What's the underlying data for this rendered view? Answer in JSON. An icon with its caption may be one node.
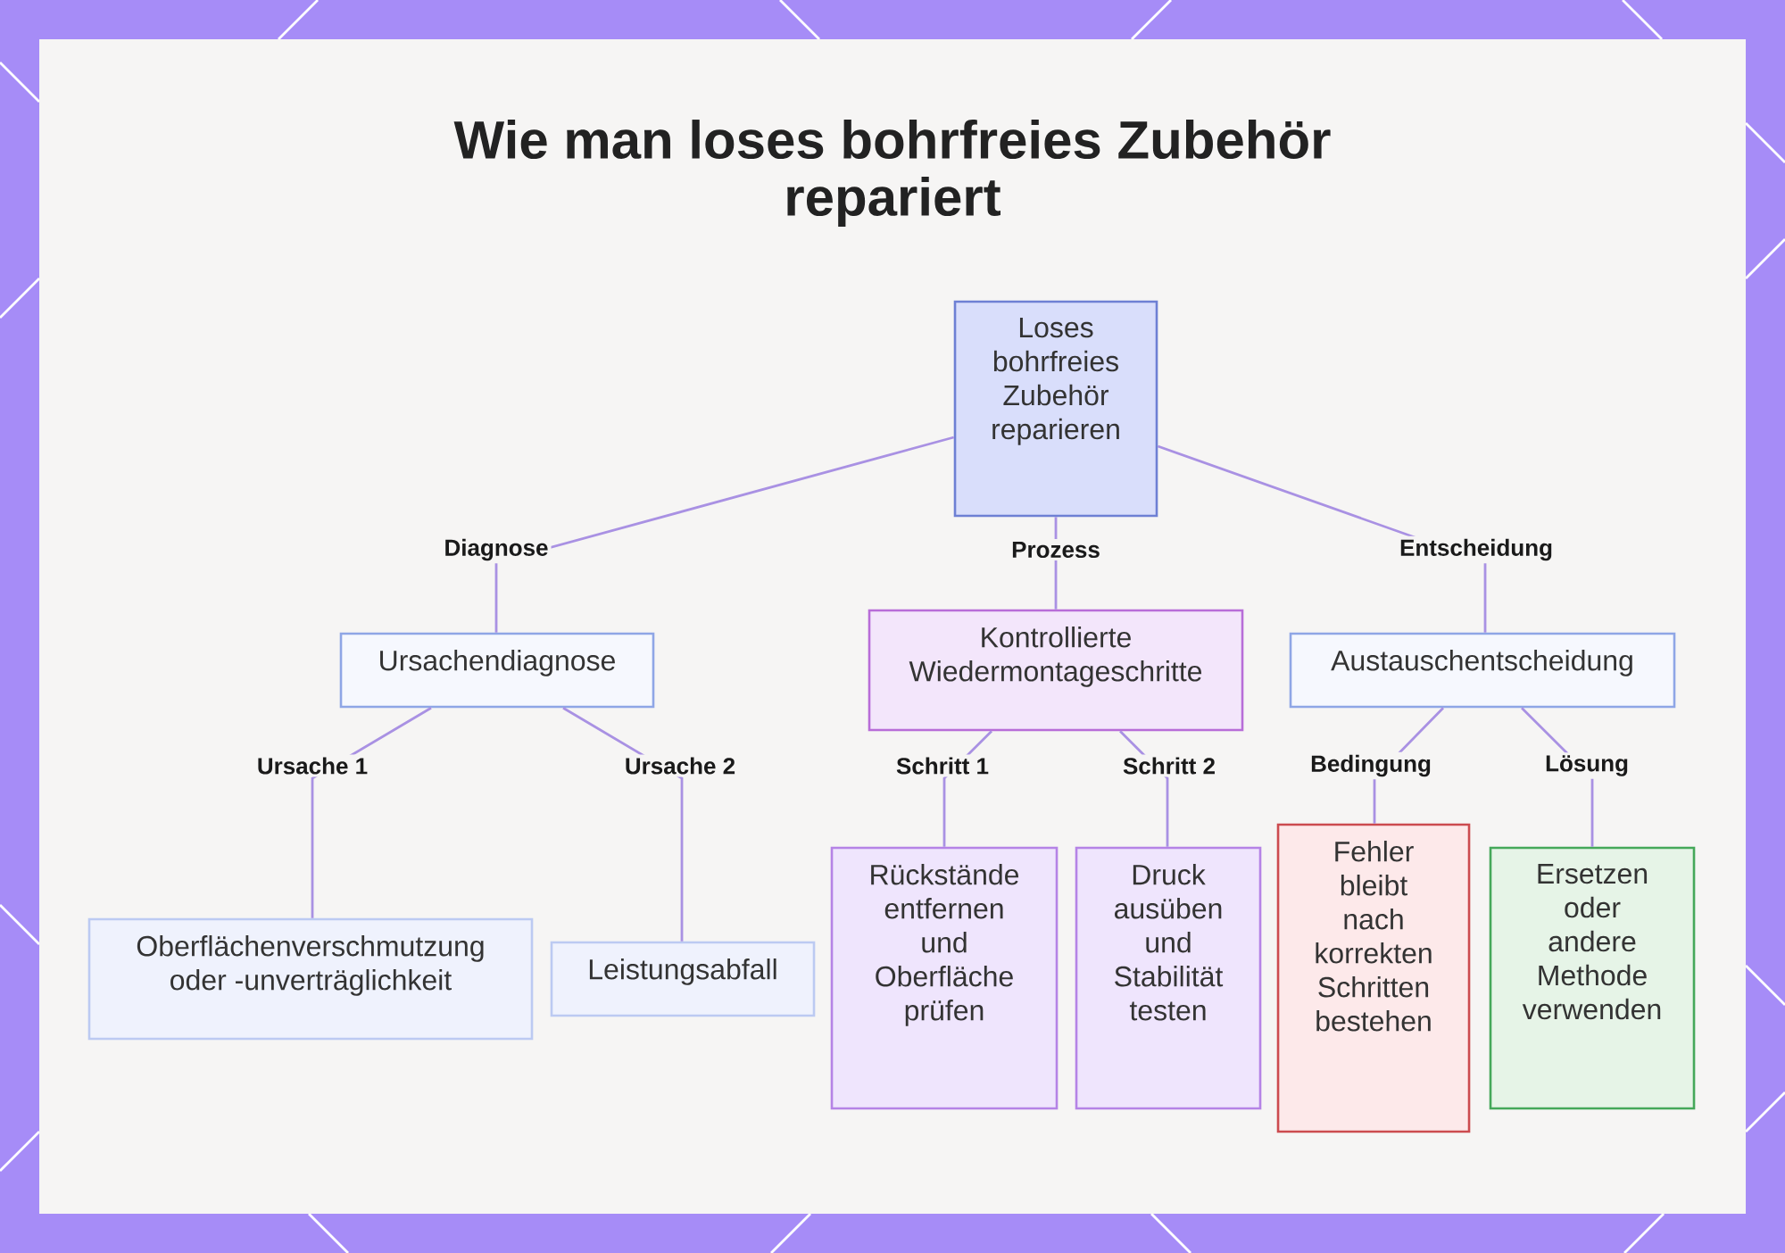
{
  "diagram": {
    "title": "Wie man loses bohrfreies Zubehör repariert",
    "nodes": [
      {
        "text": [
          "Loses bohrfreies Zubehör reparieren"
        ]
      },
      {
        "text": [
          "Ursachendiagnose"
        ]
      },
      {
        "text": [
          "Kontrollierte Wiedermontageschritte"
        ]
      },
      {
        "text": [
          "Austauschentscheidung"
        ]
      },
      {
        "text": [
          "Oberflächenverschmutzung oder -unverträglichkeit"
        ]
      },
      {
        "text": [
          "Leistungsabfall"
        ]
      },
      {
        "text": [
          "Rückstände entfernen und Oberfläche prüfen"
        ]
      },
      {
        "text": [
          "Druck ausüben und Stabilität testen"
        ]
      },
      {
        "text": [
          "Fehler bleibt nach korrekten Schritten bestehen"
        ]
      },
      {
        "text": [
          "Ersetzen oder andere Methode verwenden"
        ]
      }
    ],
    "edges": [
      {
        "from": 0,
        "to": 1,
        "arrow": "none",
        "label": "Diagnose"
      },
      {
        "from": 0,
        "to": 2,
        "arrow": "none",
        "label": "Prozess"
      },
      {
        "from": 0,
        "to": 3,
        "arrow": "none",
        "label": "Entscheidung"
      },
      {
        "from": 1,
        "to": 4,
        "arrow": "none",
        "label": "Ursache 1"
      },
      {
        "from": 1,
        "to": 5,
        "arrow": "none",
        "label": "Ursache 2"
      },
      {
        "from": 2,
        "to": 6,
        "arrow": "none",
        "label": "Schritt 1"
      },
      {
        "from": 2,
        "to": 7,
        "arrow": "none",
        "label": "Schritt 2"
      },
      {
        "from": 3,
        "to": 8,
        "arrow": "none",
        "label": "Bedingung"
      },
      {
        "from": 3,
        "to": 9,
        "arrow": "none",
        "label": "Lösung"
      }
    ]
  }
}
